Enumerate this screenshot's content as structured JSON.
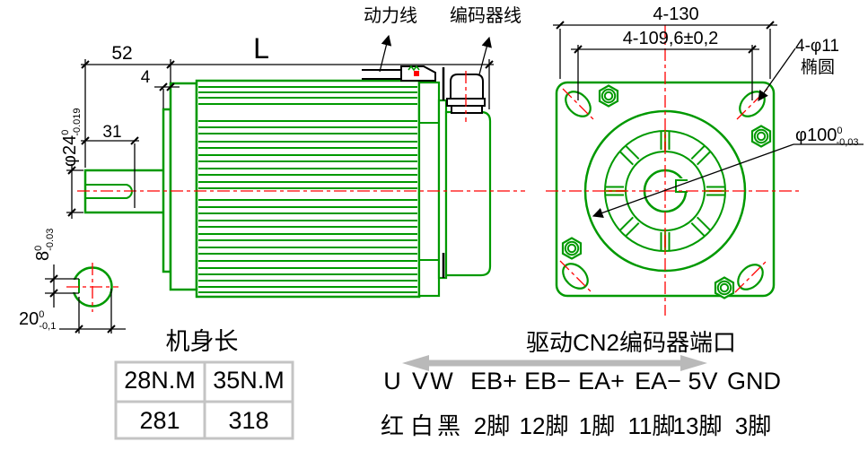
{
  "colors": {
    "drawing_line": "#009900",
    "centerline": "#ff0000",
    "dimension": "#000000",
    "span_arrow": "#b9b9b9",
    "table_border": "#c4c4c4"
  },
  "cable_labels": {
    "power_cable": "动力线",
    "encoder_cable": "编码器线"
  },
  "side_dims": {
    "shaft_to_face": "52",
    "body_length": "L",
    "spigot_depth": "4",
    "key_length": "31",
    "shaft_dia": "φ24",
    "shaft_dia_sup": "0",
    "shaft_dia_sub": "-0.019",
    "key_height": "8",
    "key_height_sup": "0",
    "key_height_sub": "-0.03",
    "key_flat": "20",
    "key_flat_sup": "0",
    "key_flat_sub": "-0,1"
  },
  "front_dims": {
    "flange_size": "4-130",
    "hole_pitch": "4-109,6±0,2",
    "hole_count": "4-φ11",
    "hole_shape": "椭圆",
    "spigot_dia": "φ100",
    "spigot_sup": "0",
    "spigot_sub": "-0,03"
  },
  "body_length_table": {
    "title": "机身长",
    "columns": [
      "28N.M",
      "35N.M"
    ],
    "values": [
      "281",
      "318"
    ]
  },
  "encoder_port": {
    "title": "驱动CN2编码器端口",
    "signals": [
      "U",
      "V",
      "W",
      "EB+",
      "EB−",
      "EA+",
      "EA−",
      "5V",
      "GND"
    ],
    "wires": [
      "红",
      "白",
      "黑",
      "2脚",
      "12脚",
      "1脚",
      "11脚",
      "13脚",
      "3脚"
    ]
  }
}
